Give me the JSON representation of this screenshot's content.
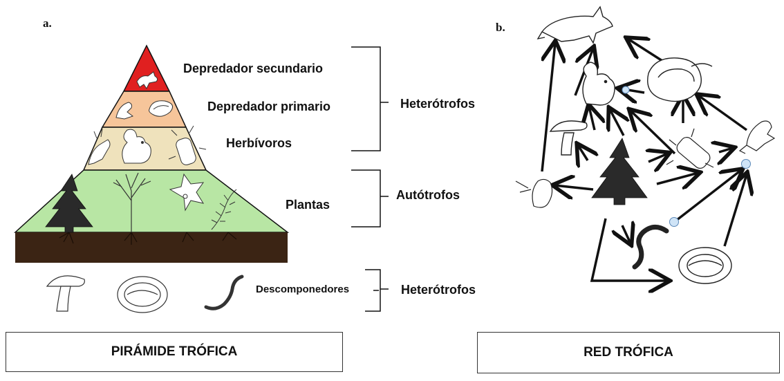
{
  "pyramid_panel": {
    "letter": "a.",
    "levels": [
      {
        "label": "Depredador secundario",
        "color": "#e02020"
      },
      {
        "label": "Depredador primario",
        "color": "#f6c59a"
      },
      {
        "label": "Herbívoros",
        "color": "#efe2bc"
      },
      {
        "label": "Plantas",
        "color": "#b8e6a4"
      }
    ],
    "soil_color": "#3b2414",
    "groups": {
      "heterotrophs": "Heterótrofos",
      "autotrophs": "Autótrofos",
      "decomposers_group": "Heterótrofos"
    },
    "decomposers_label": "Descomponedores",
    "title": "PIRÁMIDE TRÓFICA"
  },
  "web_panel": {
    "letter": "b.",
    "title": "RED TRÓFICA"
  },
  "organism_icons": [
    "fox-icon",
    "frog-icon",
    "snake-icon",
    "squirrel-icon",
    "beetle-icon",
    "bird-icon",
    "pine-tree-icon",
    "bare-tree-icon",
    "flower-icon",
    "fern-icon",
    "mushroom-icon",
    "pillbug-icon",
    "worm-icon"
  ]
}
